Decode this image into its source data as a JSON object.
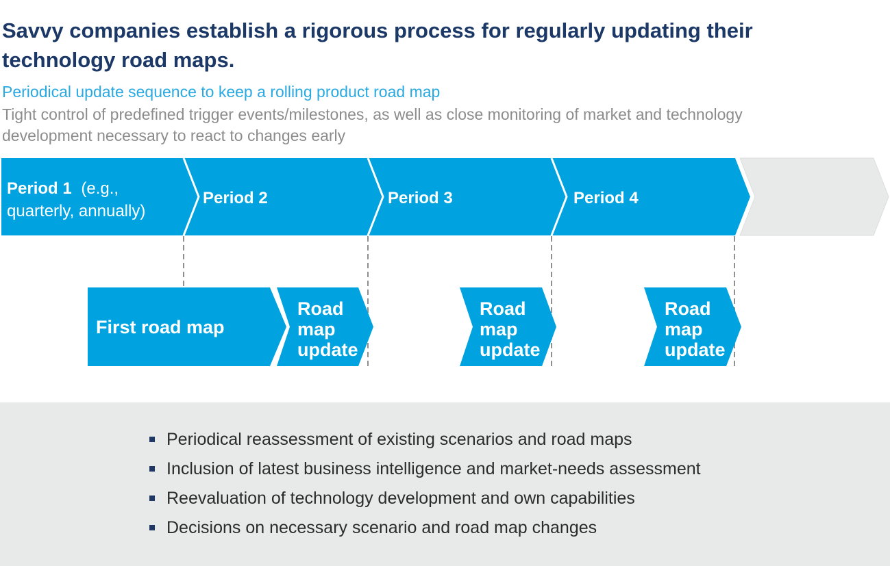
{
  "slide": {
    "title_lines": [
      "Savvy companies establish a rigorous process for regularly updating their",
      "technology road maps."
    ],
    "subtitle": "Periodical update sequence to keep a rolling product road map",
    "description_lines": [
      "Tight control of predefined trigger events/milestones, as well as close monitoring of market and technology",
      "development necessary to react to changes early"
    ]
  },
  "timeline": {
    "periods": [
      {
        "name": "Period 1",
        "suffix": "(e.g.,",
        "line2": "quarterly, annually)"
      },
      {
        "name": "Period 2"
      },
      {
        "name": "Period 3"
      },
      {
        "name": "Period 4"
      }
    ],
    "first_roadmap_label": "First road map",
    "update_lines": [
      "Road",
      "map",
      "update"
    ]
  },
  "panel": {
    "bullets": [
      "Periodical reassessment of existing scenarios and road maps",
      "Inclusion of latest business intelligence and market-needs assessment",
      "Reevaluation of technology development and own capabilities",
      "Decisions on necessary scenario and road map changes"
    ]
  },
  "colors": {
    "band_blue": "#00a3e0",
    "subtitle_cyan": "#29a9e2",
    "title_navy": "#1b3866",
    "description_gray": "#8c8c8c",
    "panel_gray": "#e8eae9",
    "future_arrow_gray": "#e8eae9",
    "connector_gray": "#8f8f8f",
    "bullet_navy": "#1f3864"
  }
}
